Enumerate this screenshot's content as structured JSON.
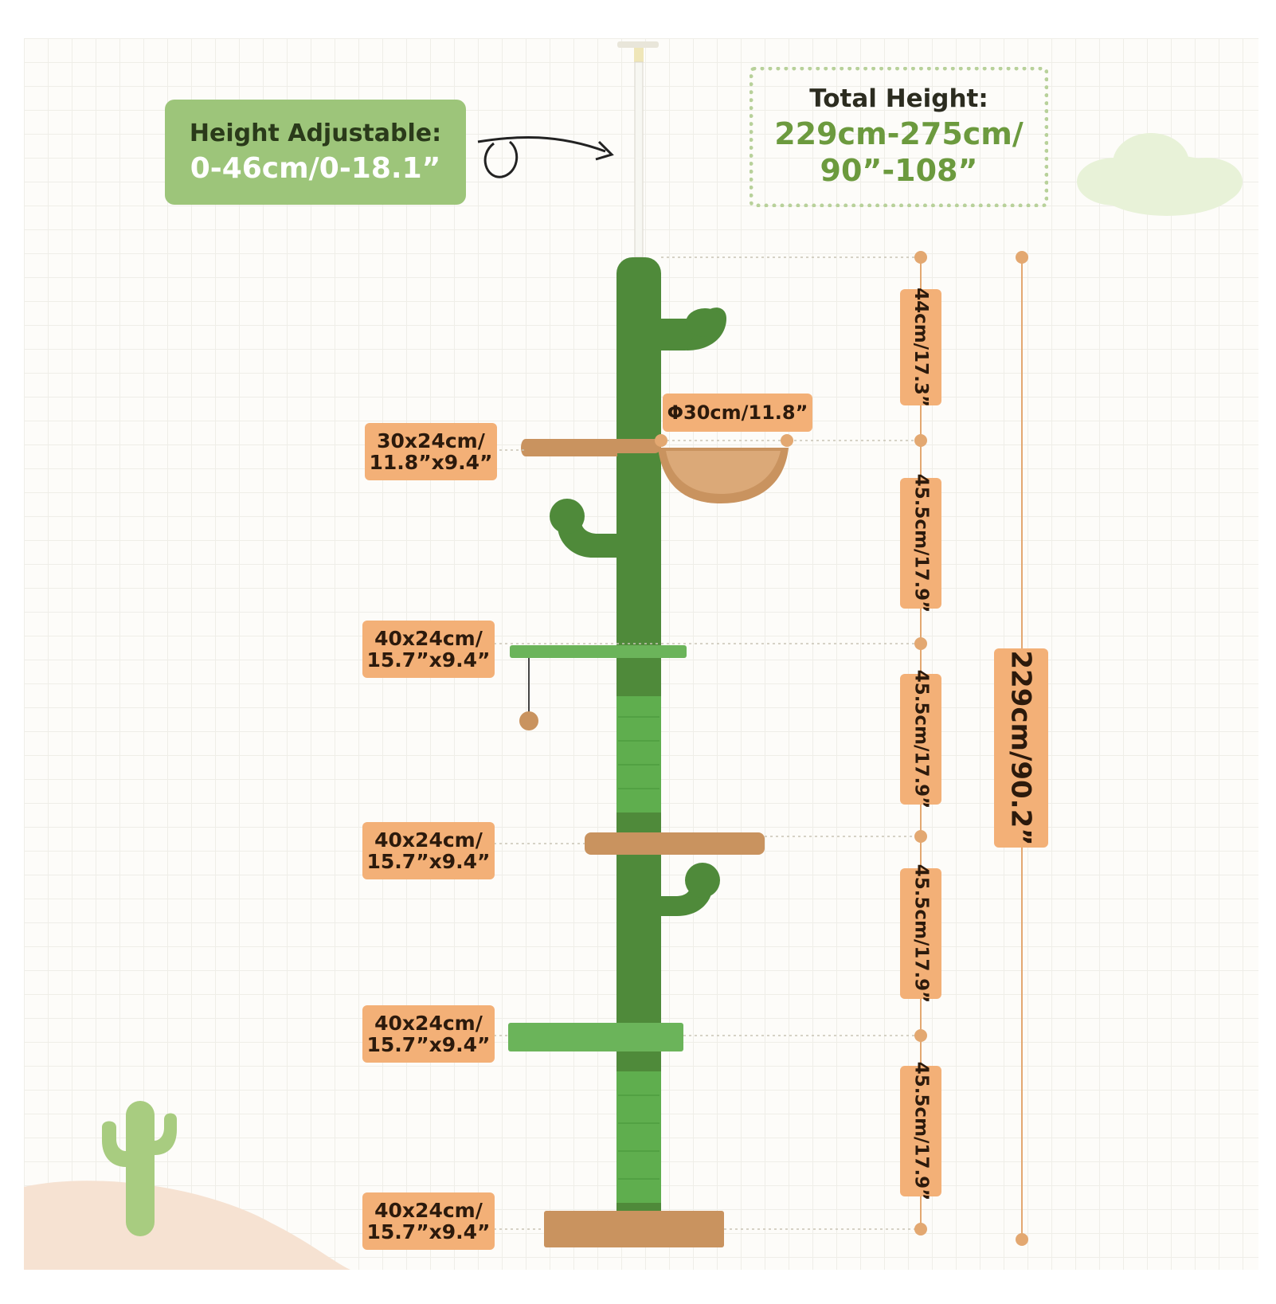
{
  "adjustable": {
    "title": "Height Adjustable:",
    "value": "0-46cm/0-18.1”"
  },
  "total": {
    "title": "Total Height:",
    "value_line1": "229cm-275cm/",
    "value_line2": "90”-108”"
  },
  "diameter": "Φ30cm/11.8”",
  "shelves": [
    {
      "line1": "30x24cm/",
      "line2": "11.8”x9.4”"
    },
    {
      "line1": "40x24cm/",
      "line2": "15.7”x9.4”"
    },
    {
      "line1": "40x24cm/",
      "line2": "15.7”x9.4”"
    },
    {
      "line1": "40x24cm/",
      "line2": "15.7”x9.4”"
    },
    {
      "line1": "40x24cm/",
      "line2": "15.7”x9.4”"
    }
  ],
  "segments": [
    "44cm/17.3”",
    "45.5cm/17.9”",
    "45.5cm/17.9”",
    "45.5cm/17.9”",
    "45.5cm/17.9”"
  ],
  "total_vertical": "229cm/90.2”",
  "colors": {
    "label_orange": "#f3b077",
    "cactus_green": "#4f8a3a",
    "light_green": "#9dc57a",
    "sisal_green": "#5fae4e",
    "plush_tan": "#c9935f"
  }
}
